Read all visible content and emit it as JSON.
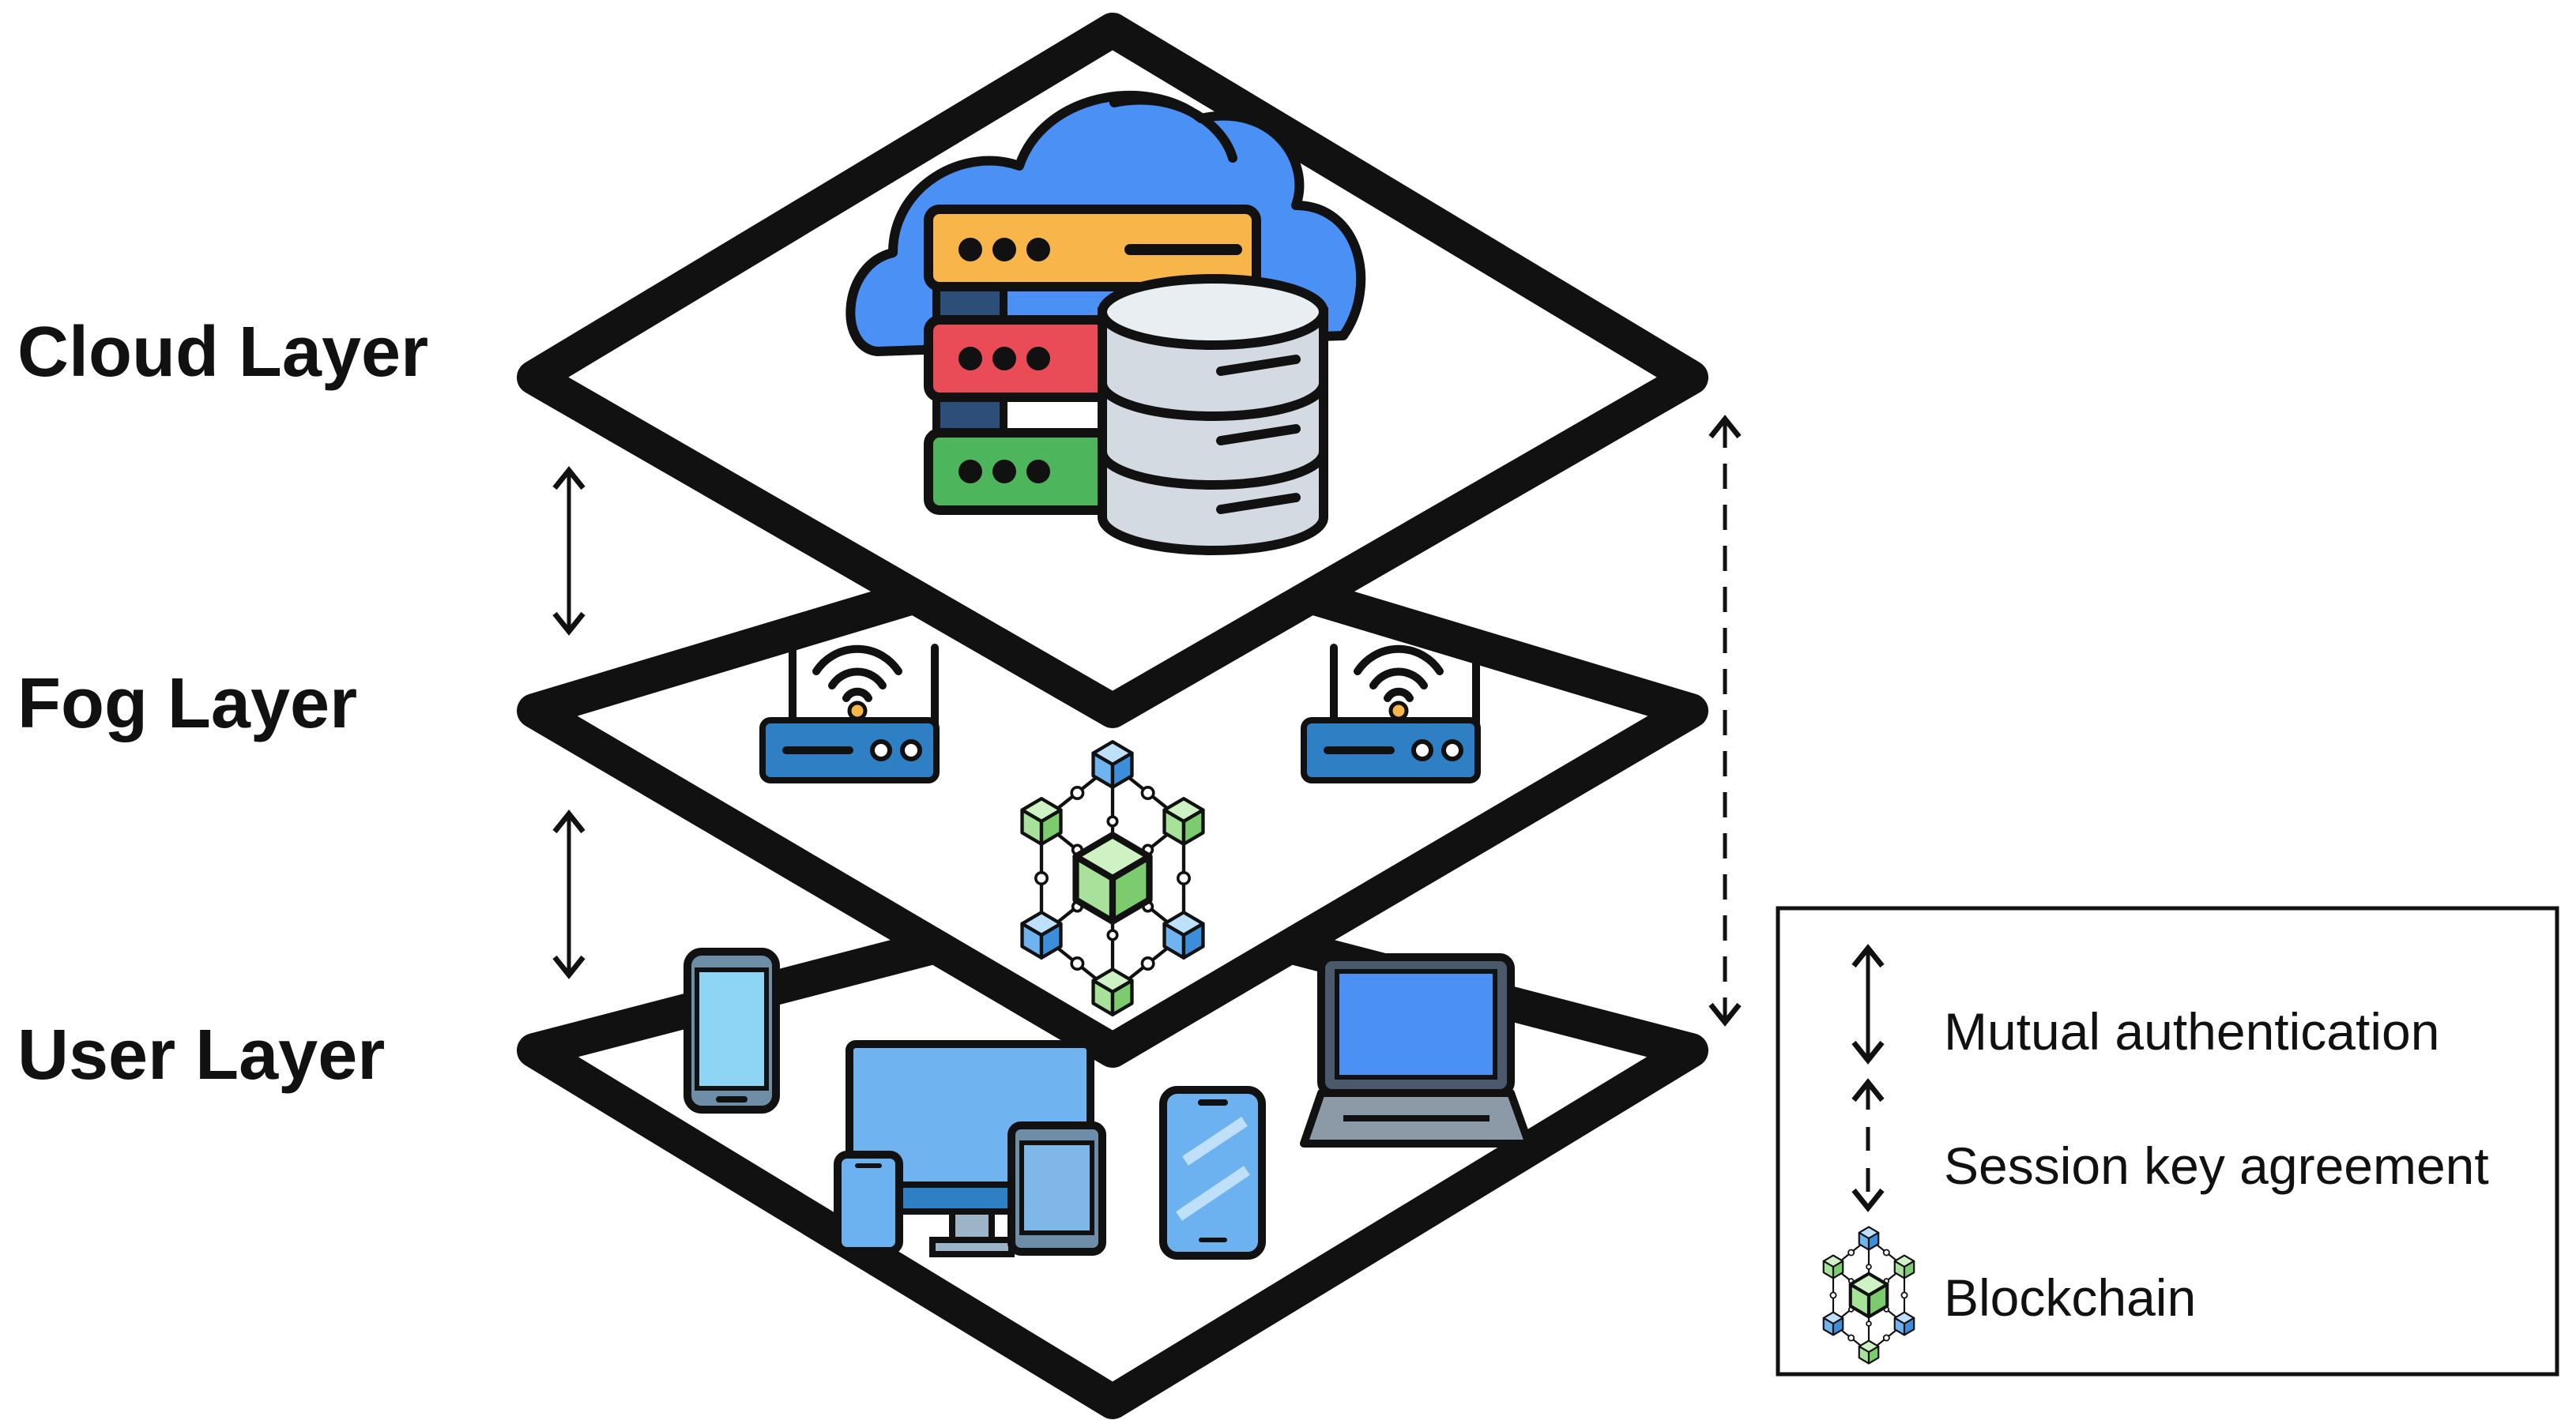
{
  "layers": {
    "cloud": "Cloud Layer",
    "fog": "Fog Layer",
    "user": "User Layer"
  },
  "legend": {
    "mutual_authentication": "Mutual authentication",
    "session_key_agreement": "Session key agreement",
    "blockchain": "Blockchain"
  },
  "colors": {
    "cloud_blue": "#4A90F5",
    "server_orange": "#F7B54A",
    "server_red": "#E94B57",
    "server_green": "#4DB55B",
    "database_gray": "#D3DAE2",
    "router_blue": "#2F7FC4",
    "block_green": "#A8E29A",
    "block_blue": "#6FB3F0",
    "device_blue": "#6CB2F0",
    "outline": "#111111"
  },
  "icons": [
    "cloud-icon",
    "server-stack-icon",
    "database-icon",
    "wifi-router-icon",
    "blockchain-icon",
    "smartphone-icon",
    "desktop-monitor-icon",
    "tablet-icon",
    "laptop-icon"
  ]
}
